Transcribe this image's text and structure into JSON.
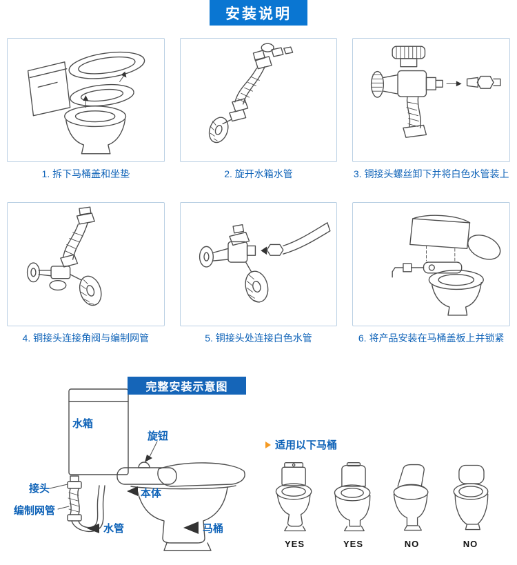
{
  "header": {
    "title": "安装说明"
  },
  "steps": [
    {
      "caption": "1. 拆下马桶盖和坐垫"
    },
    {
      "caption": "2. 旋开水箱水管"
    },
    {
      "caption": "3. 铜接头螺丝卸下并将白色水管装上"
    },
    {
      "caption": "4. 铜接头连接角阀与编制网管"
    },
    {
      "caption": "5. 铜接头处连接白色水管"
    },
    {
      "caption": "6. 将产品安装在马桶盖板上并锁紧"
    }
  ],
  "assembly": {
    "title": "完整安装示意图",
    "labels": {
      "water_tank": "水箱",
      "knob": "旋钮",
      "connector": "接头",
      "braided_hose": "编制网管",
      "main_body": "本体",
      "water_pipe": "水管",
      "toilet": "马桶"
    }
  },
  "compatibility": {
    "heading": "适用以下马桶",
    "results": [
      "YES",
      "YES",
      "NO",
      "NO"
    ]
  },
  "icons": {
    "compat_bullet": "orange-right-triangle"
  },
  "colors": {
    "banner_bg": "#0a76d2",
    "assembly_title_bg": "#1565b8",
    "caption_text": "#0f63b8",
    "box_border": "#b9cfe3",
    "bullet_orange": "#f59a23",
    "result_text": "#111111"
  }
}
